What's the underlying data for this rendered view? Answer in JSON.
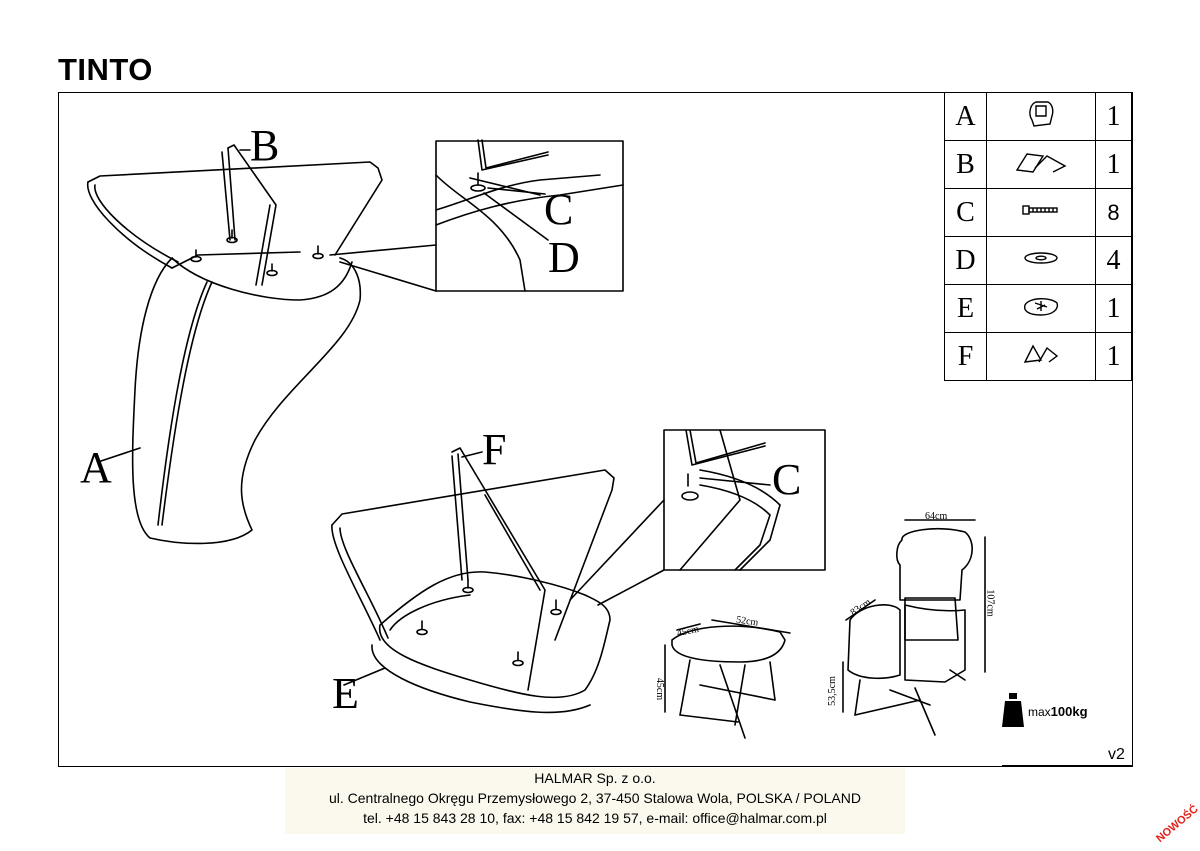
{
  "title": "TINTO",
  "parts": [
    {
      "letter": "A",
      "icon": "chair-shell-icon",
      "qty": "1"
    },
    {
      "letter": "B",
      "icon": "chair-frame-icon",
      "qty": "1"
    },
    {
      "letter": "C",
      "icon": "screw-icon",
      "qty": "8"
    },
    {
      "letter": "D",
      "icon": "washer-icon",
      "qty": "4"
    },
    {
      "letter": "E",
      "icon": "footstool-seat-icon",
      "qty": "1"
    },
    {
      "letter": "F",
      "icon": "footstool-frame-icon",
      "qty": "1"
    }
  ],
  "labels": {
    "a": "A",
    "b": "B",
    "c1": "C",
    "d": "D",
    "e": "E",
    "f": "F",
    "c2": "C"
  },
  "dimensions": {
    "stool_depth": "45cm",
    "stool_width": "52cm",
    "stool_height": "45cm",
    "chair_width": "64cm",
    "chair_depth": "83cm",
    "chair_height": "107cm",
    "seat_height": "53,5cm"
  },
  "weight": {
    "prefix": "max",
    "value": "100kg"
  },
  "version": "v2",
  "footer": {
    "company": "HALMAR Sp. z o.o.",
    "address": "ul. Centralnego Okręgu Przemysłowego 2, 37-450 Stalowa Wola, POLSKA / POLAND",
    "contact": "tel. +48 15 843 28 10, fax: +48 15 842 19 57, e-mail: office@halmar.com.pl"
  },
  "badge": "NOWOŚĆ"
}
